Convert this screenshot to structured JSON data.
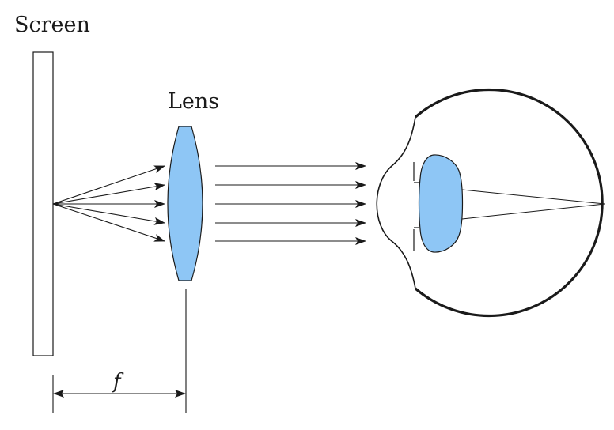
{
  "labels": {
    "screen": "Screen",
    "lens": "Lens",
    "focal_length": "f"
  },
  "colors": {
    "lens_fill": "#8ec6f5",
    "stroke": "#1a1a1a",
    "background": "#ffffff"
  }
}
